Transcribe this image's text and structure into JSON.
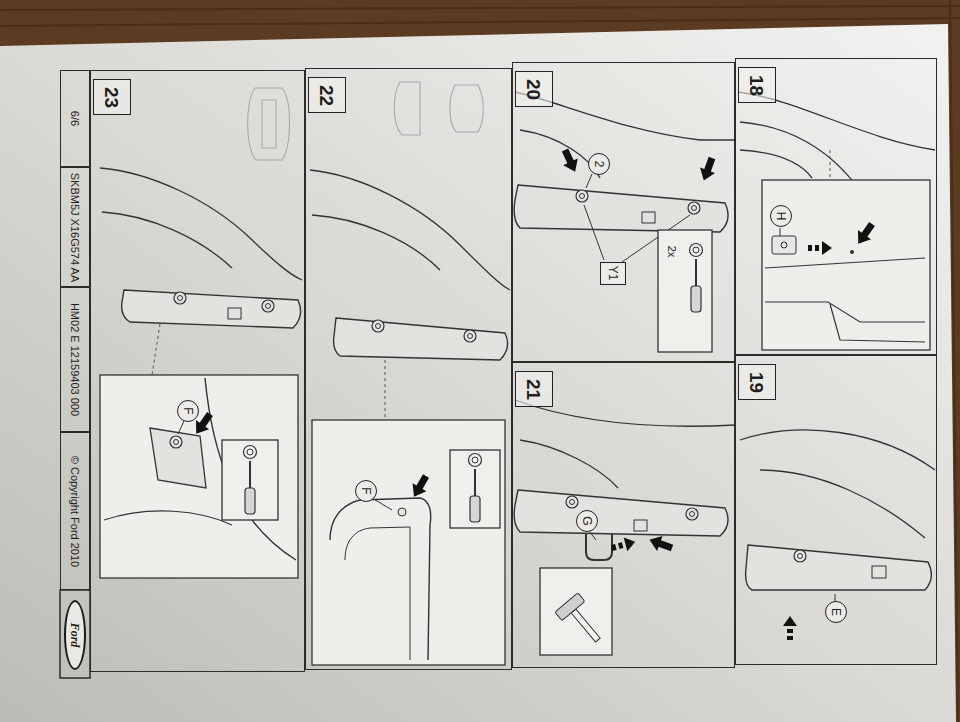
{
  "diagram": {
    "nodes": [
      {
        "text": [
          "18"
        ]
      },
      {
        "text": [
          "H"
        ],
        "in": 0
      },
      {
        "text": [
          "19"
        ]
      },
      {
        "text": [
          "E"
        ],
        "in": 2
      },
      {
        "text": [
          "20"
        ]
      },
      {
        "text": [
          "2"
        ],
        "in": 4
      },
      {
        "text": [
          "Y1"
        ],
        "in": 4
      },
      {
        "text": [
          "21"
        ]
      },
      {
        "text": [
          "G"
        ],
        "in": 7
      },
      {
        "text": [
          "22"
        ]
      },
      {
        "text": [
          "F"
        ],
        "in": 9
      },
      {
        "text": [
          "23"
        ]
      },
      {
        "text": [
          "F"
        ],
        "in": 11
      },
      {
        "text": [
          "6/6"
        ]
      },
      {
        "text": [
          "SKBM5J X16G574 AA"
        ]
      },
      {
        "text": [
          "HM02 E 12159403 000"
        ]
      },
      {
        "text": [
          "© Copyright Ford 2010"
        ]
      },
      {
        "text": [
          "Ford"
        ]
      }
    ],
    "labels": [
      "2x"
    ]
  }
}
